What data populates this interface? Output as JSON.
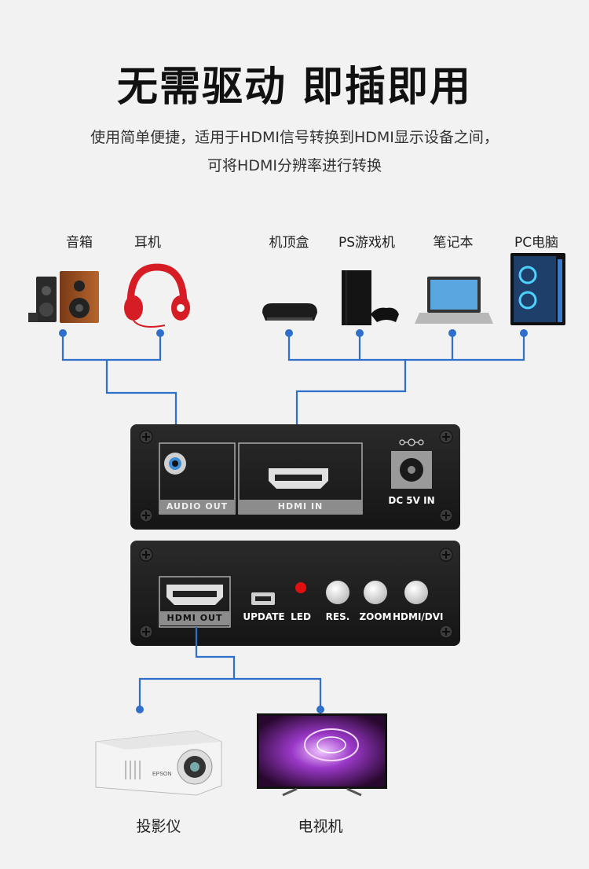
{
  "header": {
    "title": "无需驱动 即插即用",
    "subtitle_line1": "使用简单便捷，适用于HDMI信号转换到HDMI显示设备之间，",
    "subtitle_line2": "可将HDMI分辨率进行转换"
  },
  "input_devices": {
    "speaker": "音箱",
    "headphones": "耳机",
    "settop_box": "机顶盒",
    "ps_console": "PS游戏机",
    "laptop": "笔记本",
    "pc": "PC电脑"
  },
  "front_panel": {
    "audio_out": "AUDIO OUT",
    "hdmi_in": "HDMI IN",
    "dc_in": "DC 5V IN"
  },
  "back_panel": {
    "hdmi_out": "HDMI OUT",
    "update": "UPDATE",
    "led": "LED",
    "res": "RES.",
    "zoom": "ZOOM",
    "hdmi_dvi": "HDMI/DVI"
  },
  "output_devices": {
    "projector": "投影仪",
    "tv": "电视机",
    "projector_brand": "EPSON"
  },
  "colors": {
    "connector_line": "#2f6fc9",
    "panel_body": "#1e1e1e",
    "led_red": "#e01010"
  }
}
